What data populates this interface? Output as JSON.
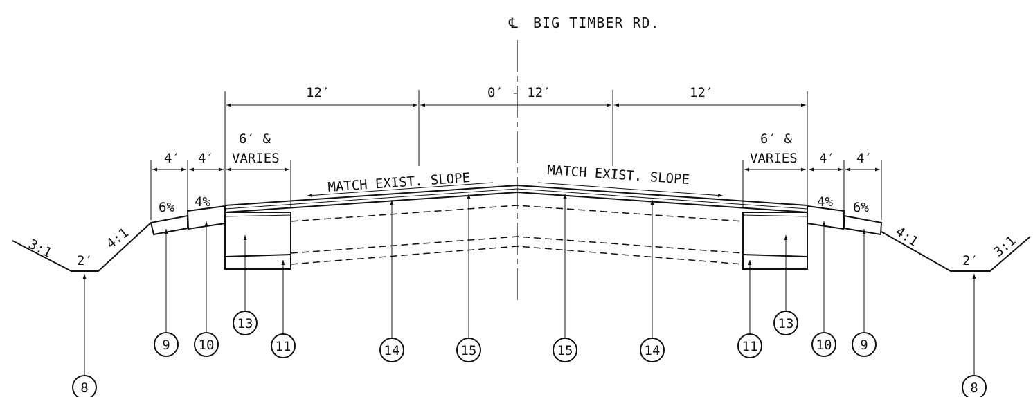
{
  "title": {
    "symbol": "℄",
    "text": "BIG TIMBER RD."
  },
  "dimensions": {
    "top_left": "12′",
    "top_center": "0′ - 12′",
    "top_right": "12′",
    "shoulder_4_a": "4′",
    "shoulder_4_b": "4′",
    "shoulder_4_c": "4′",
    "shoulder_4_d": "4′",
    "varies_left_line1": "6′ &",
    "varies_left_line2": "VARIES",
    "varies_right_line1": "6′ &",
    "varies_right_line2": "VARIES",
    "ditch_left": "2′",
    "ditch_right": "2′"
  },
  "slopes": {
    "left_foreslope": "3:1",
    "left_backslope": "4:1",
    "right_backslope": "4:1",
    "right_foreslope": "3:1",
    "left_6pct": "6%",
    "left_4pct": "4%",
    "right_4pct": "4%",
    "right_6pct": "6%",
    "match_left": "MATCH EXIST. SLOPE",
    "match_right": "MATCH EXIST. SLOPE"
  },
  "callouts": {
    "c8_left": "8",
    "c9_left": "9",
    "c10_left": "10",
    "c13_left": "13",
    "c11_left": "11",
    "c14_left": "14",
    "c15_left": "15",
    "c15_right": "15",
    "c14_right": "14",
    "c11_right": "11",
    "c13_right": "13",
    "c10_right": "10",
    "c9_right": "9",
    "c8_right": "8"
  }
}
